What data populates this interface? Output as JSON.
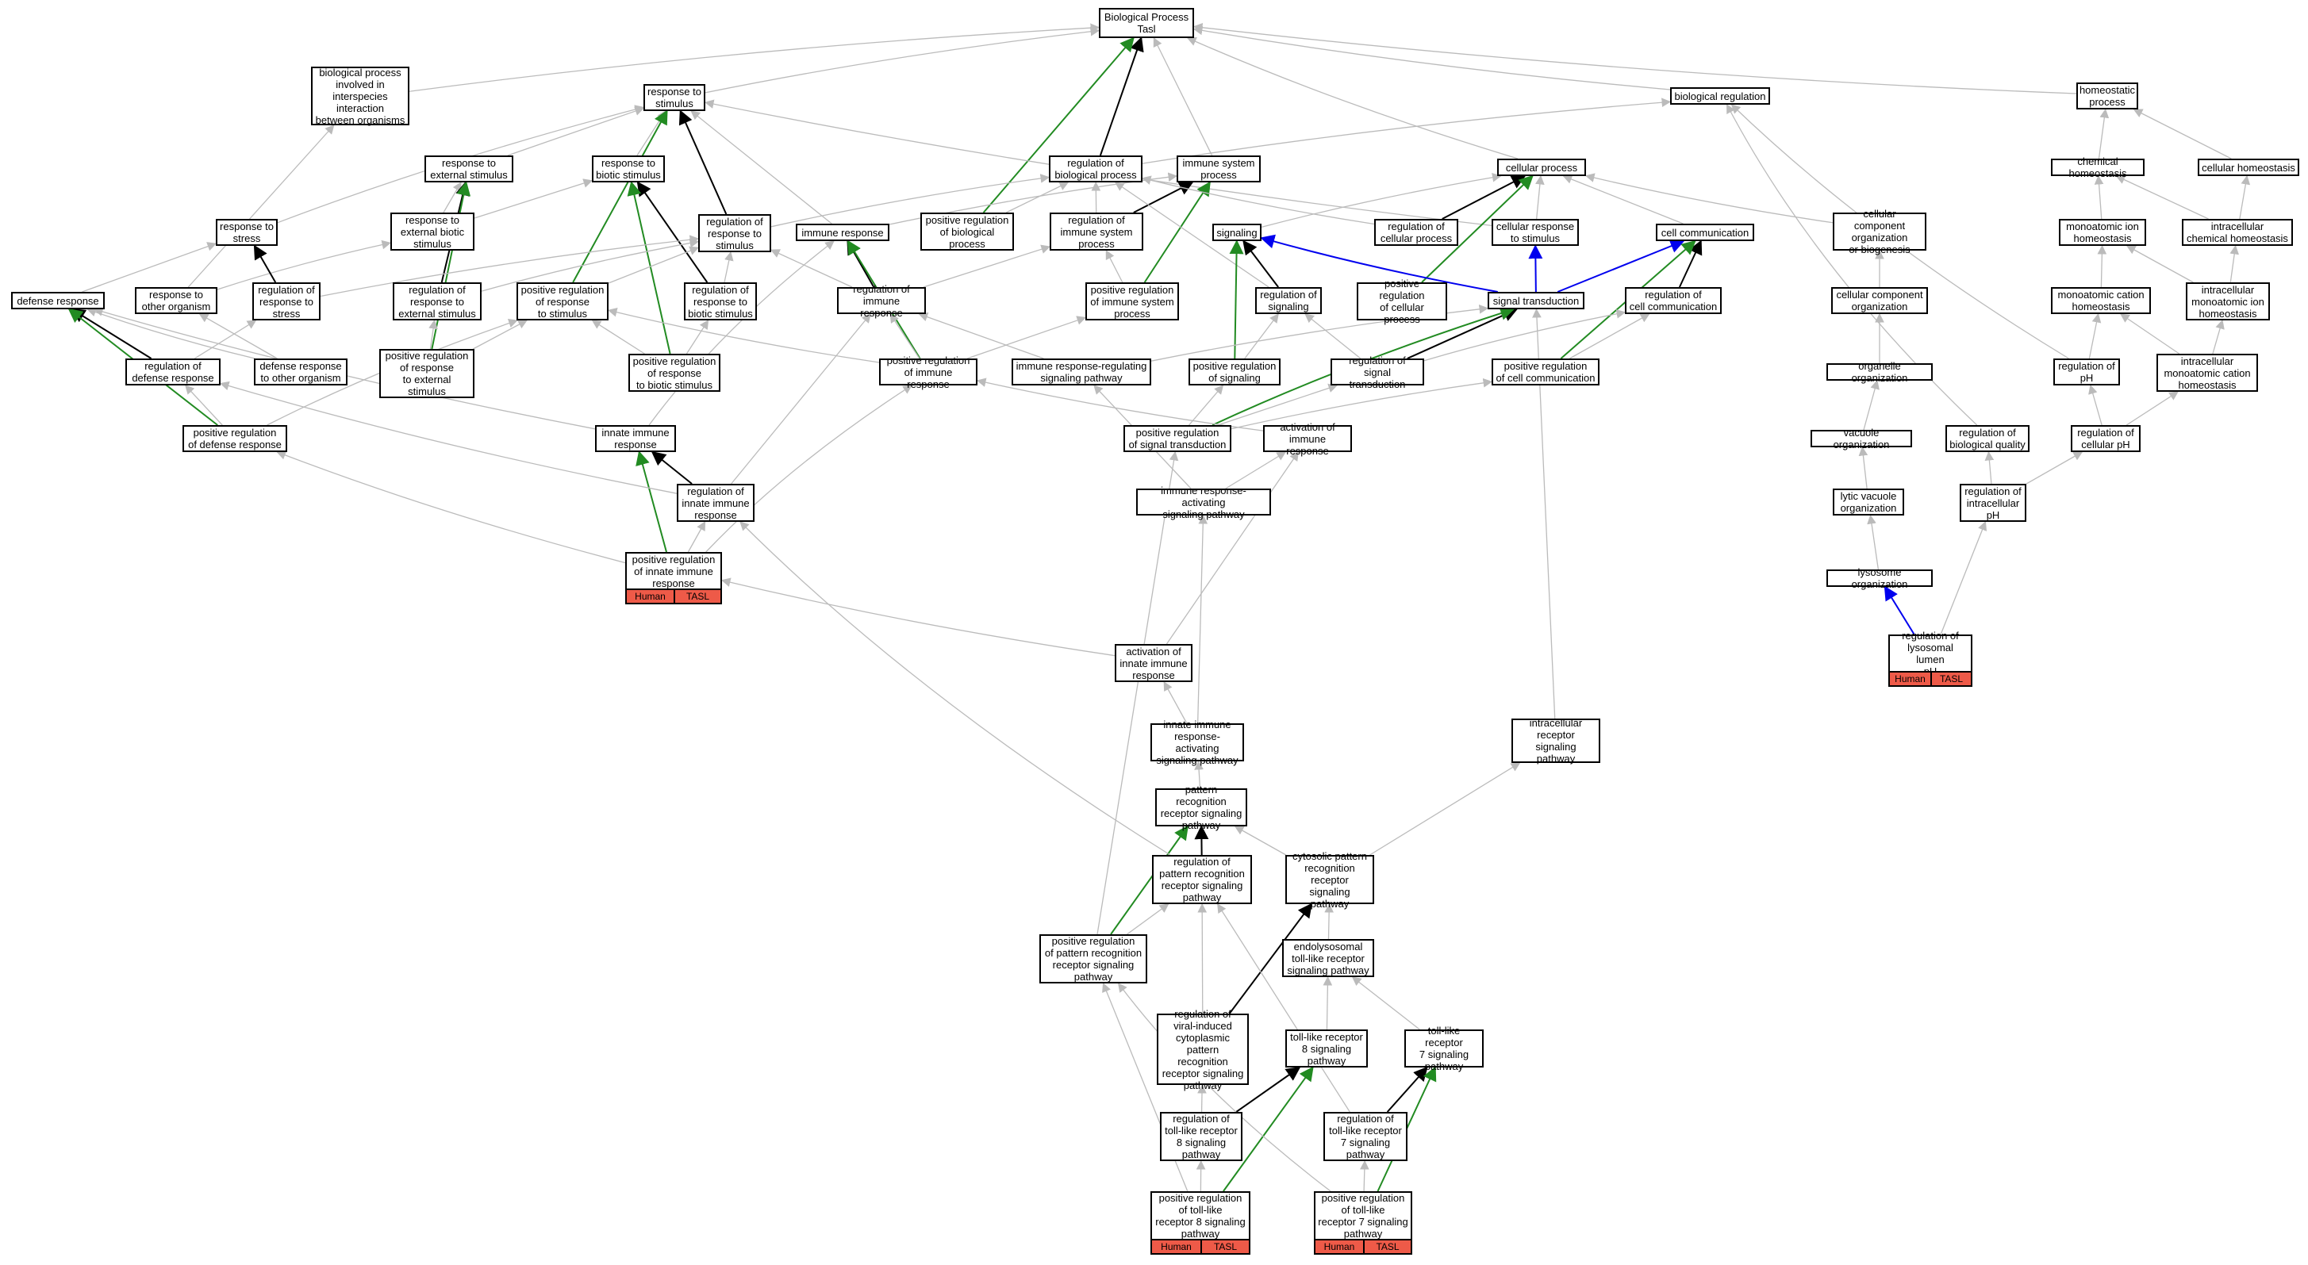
{
  "colors": {
    "is_a": "#bbbbbb",
    "part_of": "#000000",
    "positively_regulates": "#228b22",
    "regulates": "#0000ee",
    "annotation": "#ee5a48"
  },
  "nodes": [
    {
      "id": "bp",
      "label": "Biological Process\nTasl"
    },
    {
      "id": "bpi",
      "label": "biological process\ninvolved in\ninterspecies\ninteraction\nbetween organisms"
    },
    {
      "id": "rstim",
      "label": "response to\nstimulus"
    },
    {
      "id": "breg",
      "label": "biological regulation"
    },
    {
      "id": "homeo",
      "label": "homeostatic\nprocess"
    },
    {
      "id": "chemhom",
      "label": "chemical homeostasis"
    },
    {
      "id": "cellhom",
      "label": "cellular homeostasis"
    },
    {
      "id": "rext",
      "label": "response to\nexternal stimulus"
    },
    {
      "id": "rbio",
      "label": "response to\nbiotic stimulus"
    },
    {
      "id": "regbp",
      "label": "regulation of\nbiological process"
    },
    {
      "id": "imsys",
      "label": "immune system\nprocess"
    },
    {
      "id": "cellproc",
      "label": "cellular process"
    },
    {
      "id": "ccorgbio",
      "label": "cellular component\norganization\nor biogenesis"
    },
    {
      "id": "monoion",
      "label": "monoatomic ion\nhomeostasis"
    },
    {
      "id": "intrachem",
      "label": "intracellular\nchemical homeostasis"
    },
    {
      "id": "rstress",
      "label": "response to\nstress"
    },
    {
      "id": "rextbio",
      "label": "response to\nexternal biotic\nstimulus"
    },
    {
      "id": "regrstim",
      "label": "regulation of\nresponse to\nstimulus"
    },
    {
      "id": "imresp",
      "label": "immune response"
    },
    {
      "id": "posregbp",
      "label": "positive regulation\nof biological\nprocess"
    },
    {
      "id": "regimsys",
      "label": "regulation of\nimmune system\nprocess"
    },
    {
      "id": "signaling",
      "label": "signaling"
    },
    {
      "id": "regcellproc",
      "label": "regulation of\ncellular process"
    },
    {
      "id": "cellrstim",
      "label": "cellular response\nto stimulus"
    },
    {
      "id": "cellcomm",
      "label": "cell communication"
    },
    {
      "id": "defresp",
      "label": "defense response"
    },
    {
      "id": "rother",
      "label": "response to\nother organism"
    },
    {
      "id": "regrstress",
      "label": "regulation of\nresponse to\nstress"
    },
    {
      "id": "regrext",
      "label": "regulation of\nresponse to\nexternal stimulus"
    },
    {
      "id": "posregrstim",
      "label": "positive regulation\nof response\nto stimulus"
    },
    {
      "id": "regrbio",
      "label": "regulation of\nresponse to\nbiotic stimulus"
    },
    {
      "id": "regimresp",
      "label": "regulation of\nimmune response"
    },
    {
      "id": "posregimsys",
      "label": "positive regulation\nof immune system\nprocess"
    },
    {
      "id": "regsig",
      "label": "regulation of\nsignaling"
    },
    {
      "id": "posregcellproc",
      "label": "positive regulation\nof cellular\nprocess"
    },
    {
      "id": "sigtrans",
      "label": "signal transduction"
    },
    {
      "id": "regcellcomm",
      "label": "regulation of\ncell communication"
    },
    {
      "id": "ccorg",
      "label": "cellular component\norganization"
    },
    {
      "id": "monocat",
      "label": "monoatomic cation\nhomeostasis"
    },
    {
      "id": "intramono",
      "label": "intracellular\nmonoatomic ion\nhomeostasis"
    },
    {
      "id": "regdef",
      "label": "regulation of\ndefense response"
    },
    {
      "id": "defother",
      "label": "defense response\nto other organism"
    },
    {
      "id": "posregrext",
      "label": "positive regulation\nof response\nto external\nstimulus"
    },
    {
      "id": "posregrbio",
      "label": "positive regulation\nof response\nto biotic stimulus"
    },
    {
      "id": "posregimresp",
      "label": "positive regulation\nof immune response"
    },
    {
      "id": "imrespreg",
      "label": "immune response-regulating\nsignaling pathway"
    },
    {
      "id": "posregsig",
      "label": "positive regulation\nof signaling"
    },
    {
      "id": "regsigtrans",
      "label": "regulation of\nsignal transduction"
    },
    {
      "id": "posregcellcomm",
      "label": "positive regulation\nof cell communication"
    },
    {
      "id": "orgorg",
      "label": "organelle organization"
    },
    {
      "id": "regph",
      "label": "regulation of\npH"
    },
    {
      "id": "intramonocat",
      "label": "intracellular\nmonoatomic cation\nhomeostasis"
    },
    {
      "id": "posregdef",
      "label": "positive regulation\nof defense response"
    },
    {
      "id": "innate",
      "label": "innate immune\nresponse"
    },
    {
      "id": "posregsigtrans",
      "label": "positive regulation\nof signal transduction"
    },
    {
      "id": "actimresp",
      "label": "activation of\nimmune response"
    },
    {
      "id": "vacorg",
      "label": "vacuole organization"
    },
    {
      "id": "regbioq",
      "label": "regulation of\nbiological quality"
    },
    {
      "id": "regcellph",
      "label": "regulation of\ncellular pH"
    },
    {
      "id": "reginnate",
      "label": "regulation of\ninnate immune\nresponse"
    },
    {
      "id": "imrespact",
      "label": "immune response-activating\nsignaling pathway"
    },
    {
      "id": "lytvac",
      "label": "lytic vacuole\norganization"
    },
    {
      "id": "regintraph",
      "label": "regulation of\nintracellular\npH"
    },
    {
      "id": "posreginnate",
      "label": "positive regulation\nof innate immune\nresponse",
      "tags": [
        "Human",
        "TASL"
      ]
    },
    {
      "id": "lysorg",
      "label": "lysosome organization"
    },
    {
      "id": "actinnate",
      "label": "activation of\ninnate immune\nresponse"
    },
    {
      "id": "reglysph",
      "label": "regulation of\nlysosomal lumen\npH",
      "tags": [
        "Human",
        "TASL"
      ]
    },
    {
      "id": "innatesig",
      "label": "innate immune\nresponse-activating\nsignaling pathway"
    },
    {
      "id": "intrarec",
      "label": "intracellular\nreceptor signaling\npathway"
    },
    {
      "id": "prr",
      "label": "pattern recognition\nreceptor signaling\npathway"
    },
    {
      "id": "regprr",
      "label": "regulation of\npattern recognition\nreceptor signaling\npathway"
    },
    {
      "id": "cytoprr",
      "label": "cytosolic pattern\nrecognition\nreceptor signaling\npathway"
    },
    {
      "id": "posregprr",
      "label": "positive regulation\nof pattern recognition\nreceptor signaling\npathway"
    },
    {
      "id": "endotlr",
      "label": "endolysosomal\ntoll-like receptor\nsignaling pathway"
    },
    {
      "id": "regviral",
      "label": "regulation of\nviral-induced\ncytoplasmic\npattern recognition\nreceptor signaling\npathway"
    },
    {
      "id": "tlr8",
      "label": "toll-like receptor\n8 signaling\npathway"
    },
    {
      "id": "tlr7",
      "label": "toll-like receptor\n7 signaling\npathway"
    },
    {
      "id": "regtlr8",
      "label": "regulation of\ntoll-like receptor\n8 signaling\npathway"
    },
    {
      "id": "regtlr7",
      "label": "regulation of\ntoll-like receptor\n7 signaling\npathway"
    },
    {
      "id": "posregtlr8",
      "label": "positive regulation\nof toll-like\nreceptor 8 signaling\npathway",
      "tags": [
        "Human",
        "TASL"
      ]
    },
    {
      "id": "posregtlr7",
      "label": "positive regulation\nof toll-like\nreceptor 7 signaling\npathway",
      "tags": [
        "Human",
        "TASL"
      ]
    }
  ],
  "edges": [
    [
      "bpi",
      "bp",
      "is_a"
    ],
    [
      "rstim",
      "bp",
      "is_a"
    ],
    [
      "breg",
      "bp",
      "is_a"
    ],
    [
      "homeo",
      "bp",
      "is_a"
    ],
    [
      "regbp",
      "bp",
      "part_of"
    ],
    [
      "imsys",
      "bp",
      "is_a"
    ],
    [
      "cellproc",
      "bp",
      "is_a"
    ],
    [
      "posregbp",
      "bp",
      "positively_regulates"
    ],
    [
      "chemhom",
      "homeo",
      "is_a"
    ],
    [
      "cellhom",
      "homeo",
      "is_a"
    ],
    [
      "rext",
      "rstim",
      "is_a"
    ],
    [
      "rbio",
      "rstim",
      "is_a"
    ],
    [
      "regrstim",
      "rstim",
      "part_of"
    ],
    [
      "rstress",
      "rstim",
      "is_a"
    ],
    [
      "posregrstim",
      "rstim",
      "positively_regulates"
    ],
    [
      "imresp",
      "rstim",
      "is_a"
    ],
    [
      "cellrstim",
      "rstim",
      "is_a"
    ],
    [
      "rextbio",
      "rext",
      "is_a"
    ],
    [
      "rextbio",
      "rbio",
      "is_a"
    ],
    [
      "regrext",
      "rext",
      "part_of"
    ],
    [
      "posregrext",
      "rext",
      "positively_regulates"
    ],
    [
      "regrbio",
      "rbio",
      "part_of"
    ],
    [
      "posregrbio",
      "rbio",
      "positively_regulates"
    ],
    [
      "regbp",
      "breg",
      "is_a"
    ],
    [
      "regbioq",
      "breg",
      "is_a"
    ],
    [
      "regph",
      "breg",
      "is_a"
    ],
    [
      "monoion",
      "chemhom",
      "is_a"
    ],
    [
      "intrachem",
      "chemhom",
      "is_a"
    ],
    [
      "intrachem",
      "cellhom",
      "is_a"
    ],
    [
      "regimsys",
      "imsys",
      "part_of"
    ],
    [
      "posregimsys",
      "imsys",
      "positively_regulates"
    ],
    [
      "imresp",
      "imsys",
      "is_a"
    ],
    [
      "signaling",
      "cellproc",
      "is_a"
    ],
    [
      "regcellproc",
      "cellproc",
      "part_of"
    ],
    [
      "cellrstim",
      "cellproc",
      "is_a"
    ],
    [
      "cellcomm",
      "cellproc",
      "is_a"
    ],
    [
      "posregcellproc",
      "cellproc",
      "positively_regulates"
    ],
    [
      "ccorgbio",
      "cellproc",
      "is_a"
    ],
    [
      "ccorg",
      "ccorgbio",
      "is_a"
    ],
    [
      "orgorg",
      "ccorg",
      "is_a"
    ],
    [
      "vacorg",
      "orgorg",
      "is_a"
    ],
    [
      "lytvac",
      "vacorg",
      "is_a"
    ],
    [
      "lysorg",
      "lytvac",
      "is_a"
    ],
    [
      "reglysph",
      "lysorg",
      "regulates"
    ],
    [
      "reglysph",
      "regintraph",
      "is_a"
    ],
    [
      "monocat",
      "monoion",
      "is_a"
    ],
    [
      "intramono",
      "monoion",
      "is_a"
    ],
    [
      "intramono",
      "intrachem",
      "is_a"
    ],
    [
      "intramonocat",
      "monocat",
      "is_a"
    ],
    [
      "intramonocat",
      "intramono",
      "is_a"
    ],
    [
      "regph",
      "monocat",
      "is_a"
    ],
    [
      "regcellph",
      "regph",
      "is_a"
    ],
    [
      "regcellph",
      "intramonocat",
      "is_a"
    ],
    [
      "regintraph",
      "regcellph",
      "is_a"
    ],
    [
      "regintraph",
      "regbioq",
      "is_a"
    ],
    [
      "defresp",
      "rstress",
      "is_a"
    ],
    [
      "rother",
      "rextbio",
      "is_a"
    ],
    [
      "rother",
      "bpi",
      "is_a"
    ],
    [
      "regrstress",
      "rstress",
      "part_of"
    ],
    [
      "regrstress",
      "regrstim",
      "is_a"
    ],
    [
      "regdef",
      "defresp",
      "part_of"
    ],
    [
      "posregdef",
      "defresp",
      "positively_regulates"
    ],
    [
      "defother",
      "defresp",
      "is_a"
    ],
    [
      "defother",
      "rother",
      "is_a"
    ],
    [
      "regdef",
      "regrstress",
      "is_a"
    ],
    [
      "posregdef",
      "posregrstim",
      "is_a"
    ],
    [
      "posregdef",
      "regdef",
      "is_a"
    ],
    [
      "regrext",
      "regrstim",
      "is_a"
    ],
    [
      "regrbio",
      "regrstim",
      "is_a"
    ],
    [
      "posregrstim",
      "regrstim",
      "is_a"
    ],
    [
      "posregrext",
      "regrext",
      "is_a"
    ],
    [
      "posregrext",
      "posregrstim",
      "is_a"
    ],
    [
      "posregrbio",
      "regrbio",
      "is_a"
    ],
    [
      "posregrbio",
      "posregrstim",
      "is_a"
    ],
    [
      "regrstim",
      "regbp",
      "is_a"
    ],
    [
      "regimsys",
      "regbp",
      "is_a"
    ],
    [
      "regcellproc",
      "regbp",
      "is_a"
    ],
    [
      "regsig",
      "regbp",
      "is_a"
    ],
    [
      "posregbp",
      "regbp",
      "is_a"
    ],
    [
      "regimresp",
      "imresp",
      "part_of"
    ],
    [
      "posregimresp",
      "imresp",
      "positively_regulates"
    ],
    [
      "innate",
      "imresp",
      "is_a"
    ],
    [
      "regimresp",
      "regimsys",
      "is_a"
    ],
    [
      "regimresp",
      "regrstim",
      "is_a"
    ],
    [
      "posregimsys",
      "regimsys",
      "is_a"
    ],
    [
      "posregimresp",
      "regimresp",
      "is_a"
    ],
    [
      "posregimresp",
      "posregimsys",
      "is_a"
    ],
    [
      "posregimresp",
      "posregrstim",
      "is_a"
    ],
    [
      "regsig",
      "signaling",
      "part_of"
    ],
    [
      "posregsig",
      "signaling",
      "positively_regulates"
    ],
    [
      "posregsig",
      "regsig",
      "is_a"
    ],
    [
      "regsigtrans",
      "regsig",
      "is_a"
    ],
    [
      "sigtrans",
      "signaling",
      "regulates"
    ],
    [
      "sigtrans",
      "cellrstim",
      "regulates"
    ],
    [
      "sigtrans",
      "cellcomm",
      "regulates"
    ],
    [
      "regcellcomm",
      "cellcomm",
      "part_of"
    ],
    [
      "posregcellcomm",
      "cellcomm",
      "positively_regulates"
    ],
    [
      "regsigtrans",
      "sigtrans",
      "part_of"
    ],
    [
      "posregsigtrans",
      "sigtrans",
      "positively_regulates"
    ],
    [
      "regsigtrans",
      "regcellcomm",
      "is_a"
    ],
    [
      "posregcellcomm",
      "regcellcomm",
      "is_a"
    ],
    [
      "posregsigtrans",
      "regsigtrans",
      "is_a"
    ],
    [
      "posregsigtrans",
      "posregsig",
      "is_a"
    ],
    [
      "posregsigtrans",
      "posregcellcomm",
      "is_a"
    ],
    [
      "imrespreg",
      "sigtrans",
      "is_a"
    ],
    [
      "imrespreg",
      "regimresp",
      "is_a"
    ],
    [
      "actimresp",
      "posregimresp",
      "is_a"
    ],
    [
      "imrespact",
      "imrespreg",
      "is_a"
    ],
    [
      "imrespact",
      "actimresp",
      "is_a"
    ],
    [
      "innate",
      "defresp",
      "is_a"
    ],
    [
      "reginnate",
      "innate",
      "part_of"
    ],
    [
      "posreginnate",
      "innate",
      "positively_regulates"
    ],
    [
      "reginnate",
      "regdef",
      "is_a"
    ],
    [
      "reginnate",
      "regimresp",
      "is_a"
    ],
    [
      "posreginnate",
      "reginnate",
      "is_a"
    ],
    [
      "posreginnate",
      "posregdef",
      "is_a"
    ],
    [
      "posreginnate",
      "posregimresp",
      "is_a"
    ],
    [
      "actinnate",
      "posreginnate",
      "is_a"
    ],
    [
      "actinnate",
      "actimresp",
      "is_a"
    ],
    [
      "innatesig",
      "actinnate",
      "is_a"
    ],
    [
      "innatesig",
      "imrespact",
      "is_a"
    ],
    [
      "prr",
      "innatesig",
      "is_a"
    ],
    [
      "intrarec",
      "sigtrans",
      "is_a"
    ],
    [
      "regprr",
      "prr",
      "part_of"
    ],
    [
      "posregprr",
      "prr",
      "positively_regulates"
    ],
    [
      "regprr",
      "reginnate",
      "is_a"
    ],
    [
      "posregprr",
      "regprr",
      "is_a"
    ],
    [
      "posregprr",
      "posregsigtrans",
      "is_a"
    ],
    [
      "cytoprr",
      "prr",
      "is_a"
    ],
    [
      "cytoprr",
      "intrarec",
      "is_a"
    ],
    [
      "endotlr",
      "cytoprr",
      "is_a"
    ],
    [
      "regviral",
      "regprr",
      "is_a"
    ],
    [
      "regviral",
      "cytoprr",
      "part_of"
    ],
    [
      "tlr8",
      "endotlr",
      "is_a"
    ],
    [
      "tlr7",
      "endotlr",
      "is_a"
    ],
    [
      "regtlr8",
      "regviral",
      "is_a"
    ],
    [
      "regtlr8",
      "tlr8",
      "part_of"
    ],
    [
      "regtlr7",
      "regprr",
      "is_a"
    ],
    [
      "regtlr7",
      "tlr7",
      "part_of"
    ],
    [
      "posregtlr8",
      "regtlr8",
      "is_a"
    ],
    [
      "posregtlr8",
      "posregprr",
      "is_a"
    ],
    [
      "posregtlr8",
      "tlr8",
      "positively_regulates"
    ],
    [
      "posregtlr7",
      "regtlr7",
      "is_a"
    ],
    [
      "posregtlr7",
      "posregprr",
      "is_a"
    ],
    [
      "posregtlr7",
      "tlr7",
      "positively_regulates"
    ]
  ]
}
